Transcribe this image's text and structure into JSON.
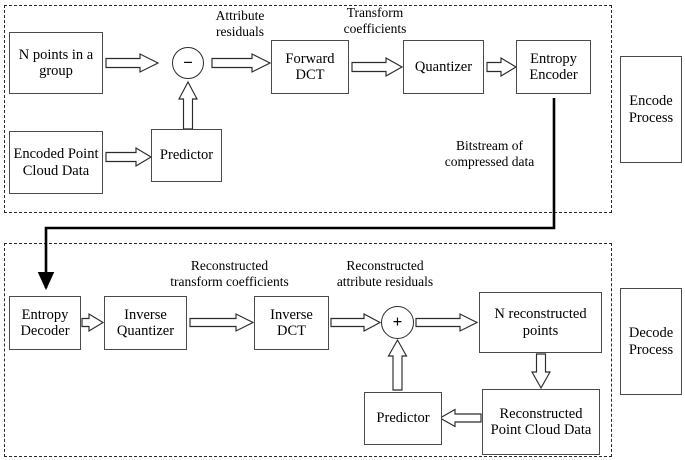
{
  "diagram": {
    "title": "Point cloud attribute encode/decode process block diagram",
    "colors": {
      "box_border": "#4a4a4a",
      "region_border": "#2b2b2b",
      "arrow": "#000000",
      "background": "#ffffff"
    }
  },
  "encode": {
    "region_label": "Encode Process",
    "nodes": {
      "n_points": "N points in a\ngroup",
      "encoded_pcd": "Encoded\nPoint Cloud\nData",
      "predictor": "Predictor",
      "subtract_op": "−",
      "forward_dct": "Forward\nDCT",
      "quantizer": "Quantizer",
      "entropy_encoder": "Entropy\nEncoder"
    },
    "labels": {
      "attribute_residuals": "Attribute\nresiduals",
      "transform_coefficients": "Transform\ncoefficients",
      "bitstream": "Bitstream of\ncompressed data"
    }
  },
  "decode": {
    "region_label": "Decode Process",
    "nodes": {
      "entropy_decoder": "Entropy\nDecoder",
      "inverse_quantizer": "Inverse\nQuantizer",
      "inverse_dct": "Inverse\nDCT",
      "add_op": "+",
      "n_reconstructed_points": "N reconstructed\npoints",
      "reconstructed_pcd": "Reconstructed\nPoint Cloud\nData",
      "predictor": "Predictor"
    },
    "labels": {
      "reconstructed_transform_coefficients": "Reconstructed\ntransform coefficients",
      "reconstructed_attribute_residuals": "Reconstructed\nattribute residuals"
    }
  }
}
